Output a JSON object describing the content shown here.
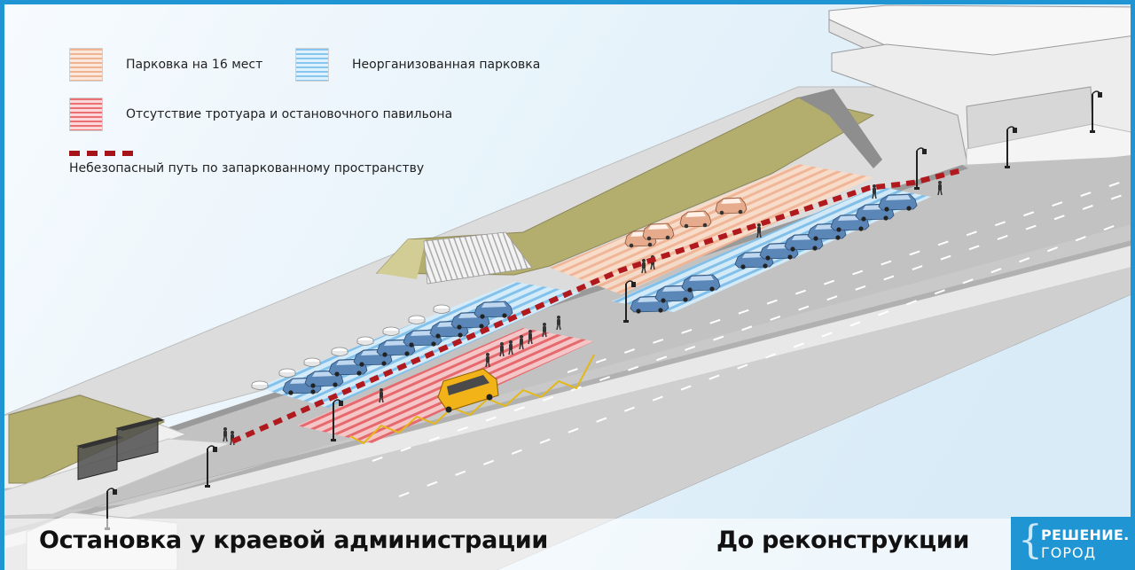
{
  "legend": {
    "items": [
      {
        "label": "Парковка на 16 мест",
        "swatch": "orange-striped",
        "color": "#f1b493"
      },
      {
        "label": "Неорганизованная парковка",
        "swatch": "blue-striped",
        "color": "#86c6ef"
      },
      {
        "label": "Отсутствие тротуара и остановочного павильона",
        "swatch": "red-striped",
        "color": "#ec6f73"
      },
      {
        "label": "Небезопасный путь по запаркованному пространству",
        "swatch": "red-dotted-line",
        "color": "#a6141a"
      }
    ]
  },
  "caption": {
    "location": "Остановка у краевой администрации",
    "stage": "До реконструкции"
  },
  "brand": {
    "line1": "РЕШЕНИЕ.",
    "line2": "ГОРОД",
    "color": "#1f95d3"
  },
  "scene": {
    "sky_color": "#e9f3f9",
    "asphalt_color": "#bfbfbf",
    "sidewalk_color": "#e0e0e0",
    "lawn_color": "#b3ad6e",
    "minibus_color": "#f2b318",
    "car_color_blue": "#5b86b8",
    "car_color_orange": "#e2a07f"
  }
}
